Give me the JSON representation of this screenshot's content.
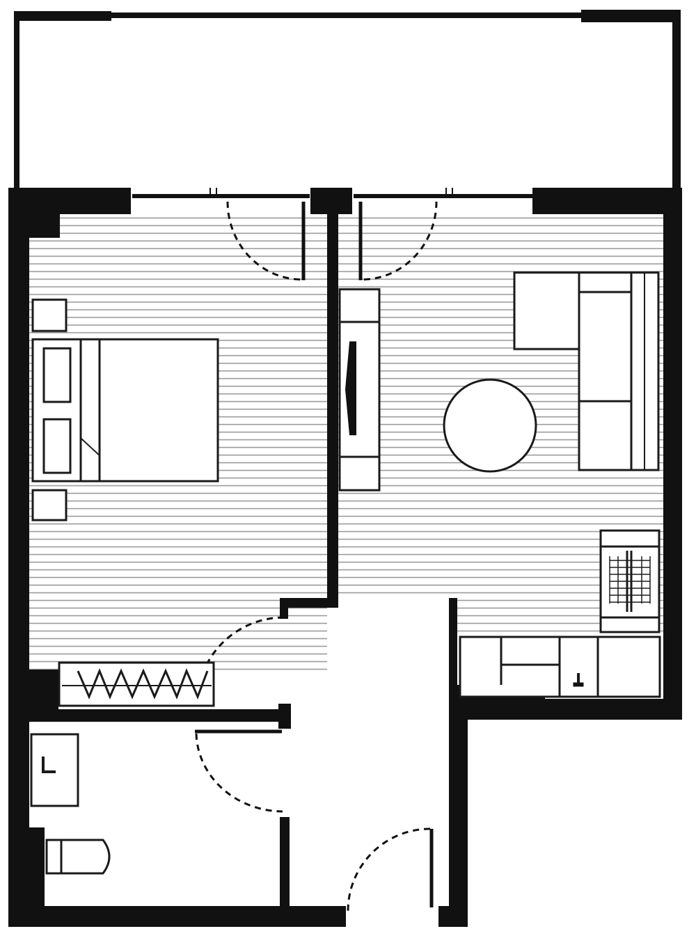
{
  "plan": {
    "colors": {
      "wall": "#111111",
      "line": "#1a1a1a",
      "floor_hatch": "#9a9a9a",
      "background": "#ffffff"
    },
    "rooms": [
      {
        "id": "balcony",
        "floor": "none"
      },
      {
        "id": "bedroom",
        "floor": "timber-hatch"
      },
      {
        "id": "living",
        "floor": "timber-hatch"
      },
      {
        "id": "hallway",
        "floor": "none"
      },
      {
        "id": "bathroom",
        "floor": "none"
      }
    ],
    "icons": [
      "double-bed-icon",
      "bedside-table-icon",
      "wardrobe-icon",
      "sofa-icon",
      "round-table-icon",
      "tv-unit-icon",
      "fridge-icon",
      "kitchen-counter-icon",
      "sink-icon",
      "vanity-icon",
      "toilet-icon",
      "door-swing-icon"
    ]
  }
}
